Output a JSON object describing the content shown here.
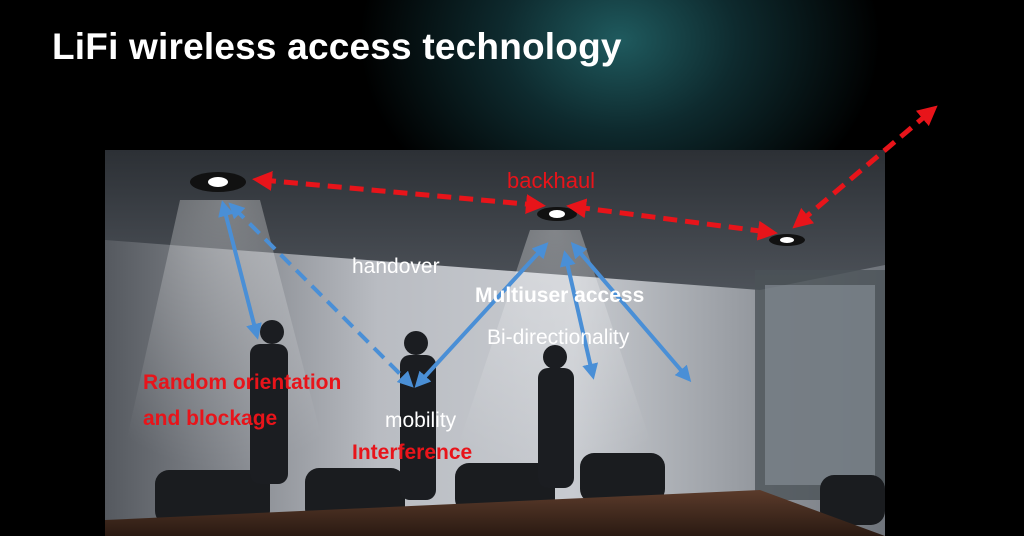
{
  "slide": {
    "title": "LiFi wireless access technology",
    "labels": {
      "backhaul": "backhaul",
      "handover": "handover",
      "multiuser_access": "Multiuser access",
      "bidirectionality": "Bi-directionality",
      "random_orientation_line1": "Random orientation",
      "random_orientation_line2": "and blockage",
      "mobility": "mobility",
      "interference": "Interference"
    },
    "colors": {
      "backhaul_arrows": "#e8141a",
      "access_arrows": "#4a8fd6",
      "problem_labels": "#e8141a"
    }
  }
}
